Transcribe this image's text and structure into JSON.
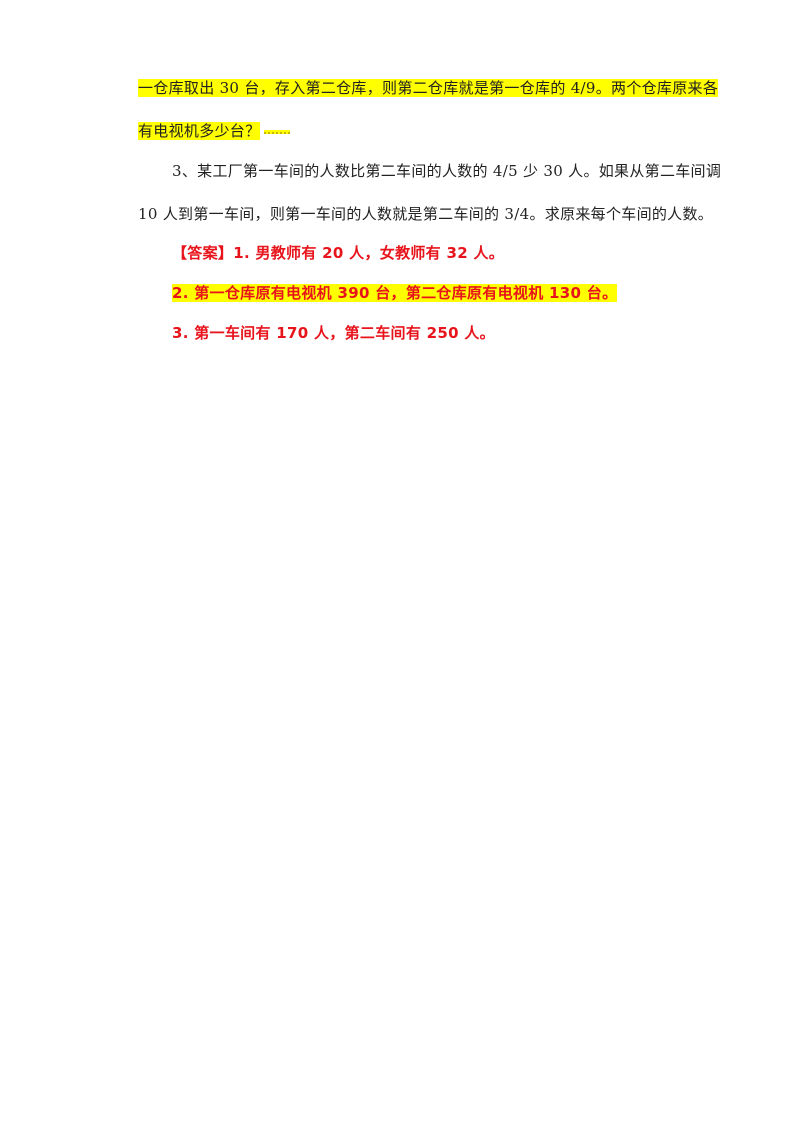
{
  "problem2": {
    "line1": "一仓库取出 30 台，存入第二仓库，则第二仓库就是第一仓库的 4/9。两个仓库原来各",
    "line2": "有电视机多少台？"
  },
  "problem3": {
    "line1": "3、某工厂第一车间的人数比第二车间的人数的 4/5 少 30 人。如果从第二车间调",
    "line2": "10 人到第一车间，则第一车间的人数就是第二车间的 3/4。求原来每个车间的人数。"
  },
  "answers": {
    "label": "【答案】",
    "a1": "1. 男教师有 20 人，女教师有 32 人。",
    "a2": "2. 第一仓库原有电视机 390 台，第二仓库原有电视机 130 台。",
    "a3": "3. 第一车间有 170 人，第二车间有 250 人。"
  },
  "colors": {
    "highlight": "#ffff00",
    "answer_red": "#e8141c",
    "text": "#222222"
  }
}
